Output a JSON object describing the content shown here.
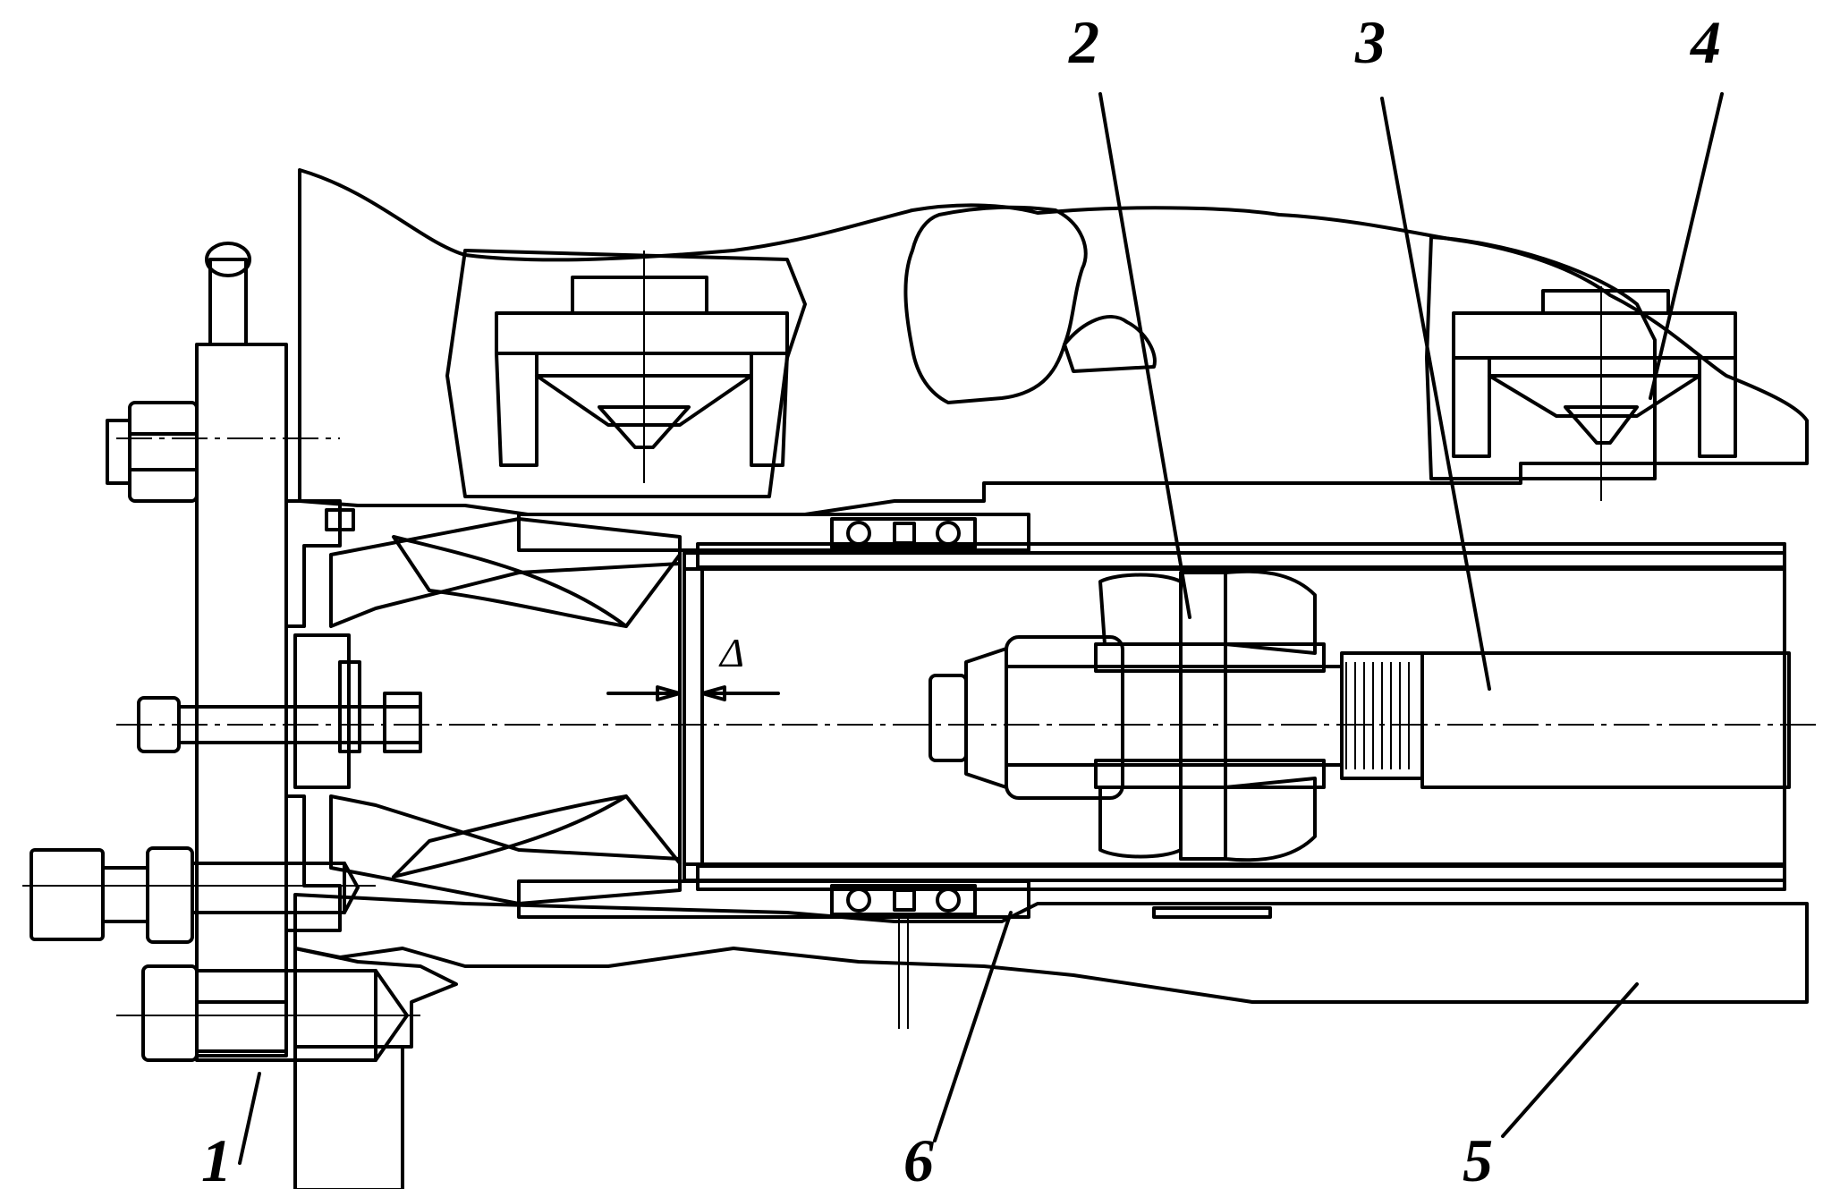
{
  "callouts": [
    {
      "id": "1",
      "text": "1"
    },
    {
      "id": "2",
      "text": "2"
    },
    {
      "id": "3",
      "text": "3"
    },
    {
      "id": "4",
      "text": "4"
    },
    {
      "id": "5",
      "text": "5"
    },
    {
      "id": "6",
      "text": "6"
    }
  ],
  "dimension": {
    "symbol": "Δ"
  },
  "colors": {
    "ink": "#000000",
    "paper": "#ffffff"
  }
}
